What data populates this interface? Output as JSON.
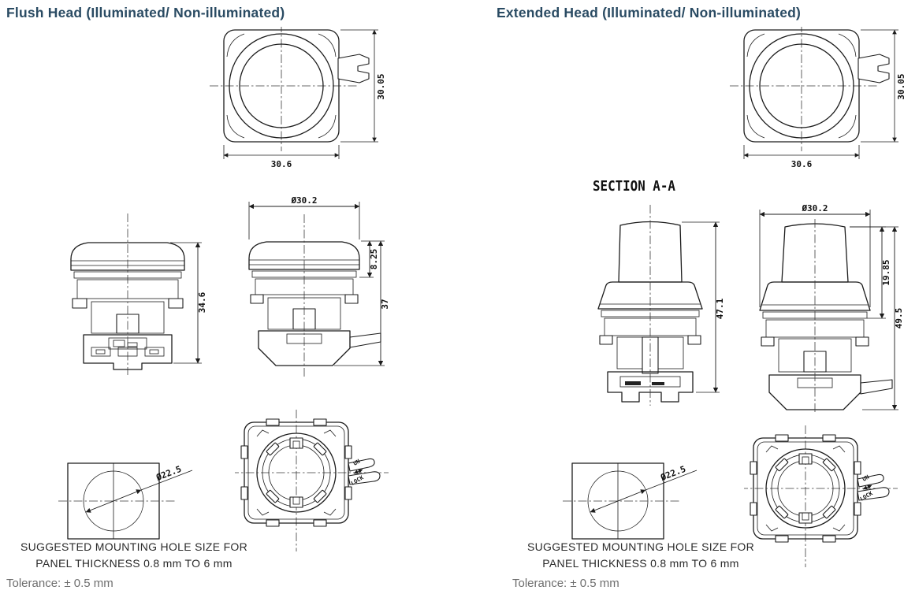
{
  "colors": {
    "title": "#2a4b63",
    "drawing_line": "#1c1c1c",
    "note_text": "#2b2b2b",
    "tolerance_text": "#6e6e6e",
    "background": "#ffffff"
  },
  "flush": {
    "title": "Flush Head (Illuminated/ Non-illuminated)",
    "front_view": {
      "width_mm": "30.6",
      "height_mm": "30.05"
    },
    "side_view": {
      "total_height_mm": "34.6"
    },
    "profile_view": {
      "head_diameter_mm": "Ø30.2",
      "head_height_mm": "8.25",
      "body_height_mm": "37"
    },
    "mounting_hole": {
      "diameter_mm": "Ø22.5"
    },
    "back_view": {
      "un_label": "UN",
      "lock_label": "LOCK"
    },
    "note_line1": "SUGGESTED MOUNTING HOLE SIZE FOR",
    "note_line2": "PANEL THICKNESS 0.8 mm TO 6 mm",
    "tolerance": "Tolerance: ± 0.5 mm"
  },
  "extended": {
    "title": "Extended Head (Illuminated/ Non-illuminated)",
    "section_label": "SECTION A-A",
    "front_view": {
      "width_mm": "30.6",
      "height_mm": "30.05"
    },
    "section_view": {
      "total_height_mm": "47.1"
    },
    "profile_view": {
      "head_diameter_mm": "Ø30.2",
      "head_height_mm": "19.85",
      "body_height_mm": "49.5"
    },
    "mounting_hole": {
      "diameter_mm": "Ø22.5"
    },
    "back_view": {
      "un_label": "UN",
      "lock_label": "LOCK"
    },
    "note_line1": "SUGGESTED MOUNTING HOLE SIZE FOR",
    "note_line2": "PANEL THICKNESS 0.8 mm TO 6 mm",
    "tolerance": "Tolerance: ± 0.5 mm"
  }
}
